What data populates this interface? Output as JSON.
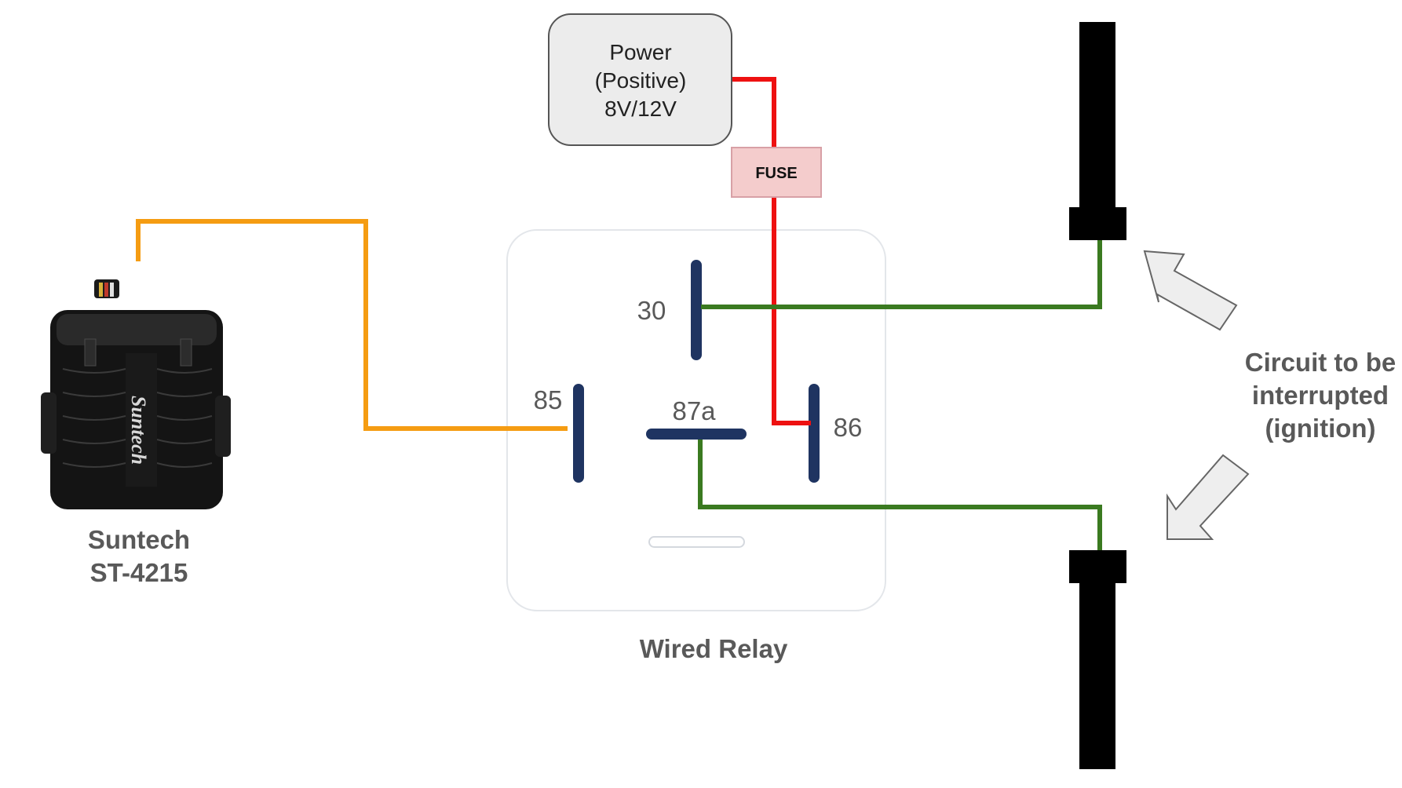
{
  "power": {
    "lines": [
      "Power",
      "(Positive)",
      "8V/12V"
    ]
  },
  "fuse": {
    "label": "FUSE"
  },
  "relay": {
    "caption": "Wired Relay",
    "pins": {
      "p30": "30",
      "p85": "85",
      "p87a": "87a",
      "p86": "86"
    }
  },
  "device": {
    "lines": [
      "Suntech",
      "ST-4215"
    ],
    "brand_text": "Suntech"
  },
  "circuit": {
    "lines": [
      "Circuit to be",
      "interrupted",
      "(ignition)"
    ]
  },
  "colors": {
    "signal_wire": "#f59c12",
    "power_wire": "#ee1111",
    "circuit_wire": "#3a7a20",
    "pin": "#1f3461",
    "fuse_fill": "#f4cccc",
    "power_box_fill": "#ececec",
    "label_gray": "#595959"
  }
}
